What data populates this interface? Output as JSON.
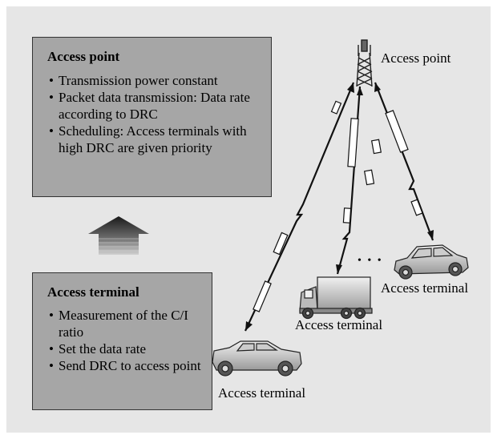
{
  "access_point_box": {
    "title": "Access point",
    "items": [
      "Transmission power constant",
      "Packet data transmission: Data rate according to DRC",
      "Scheduling: Access terminals with high DRC are given priority"
    ]
  },
  "access_terminal_box": {
    "title": "Access terminal",
    "items": [
      "Measurement of the C/I ratio",
      "Set the data rate",
      "Send DRC to access point"
    ]
  },
  "labels": {
    "access_point": "Access point",
    "terminal_left": "Access terminal",
    "terminal_truck": "Access terminal",
    "terminal_right": "Access terminal",
    "ellipsis": "• • •"
  }
}
